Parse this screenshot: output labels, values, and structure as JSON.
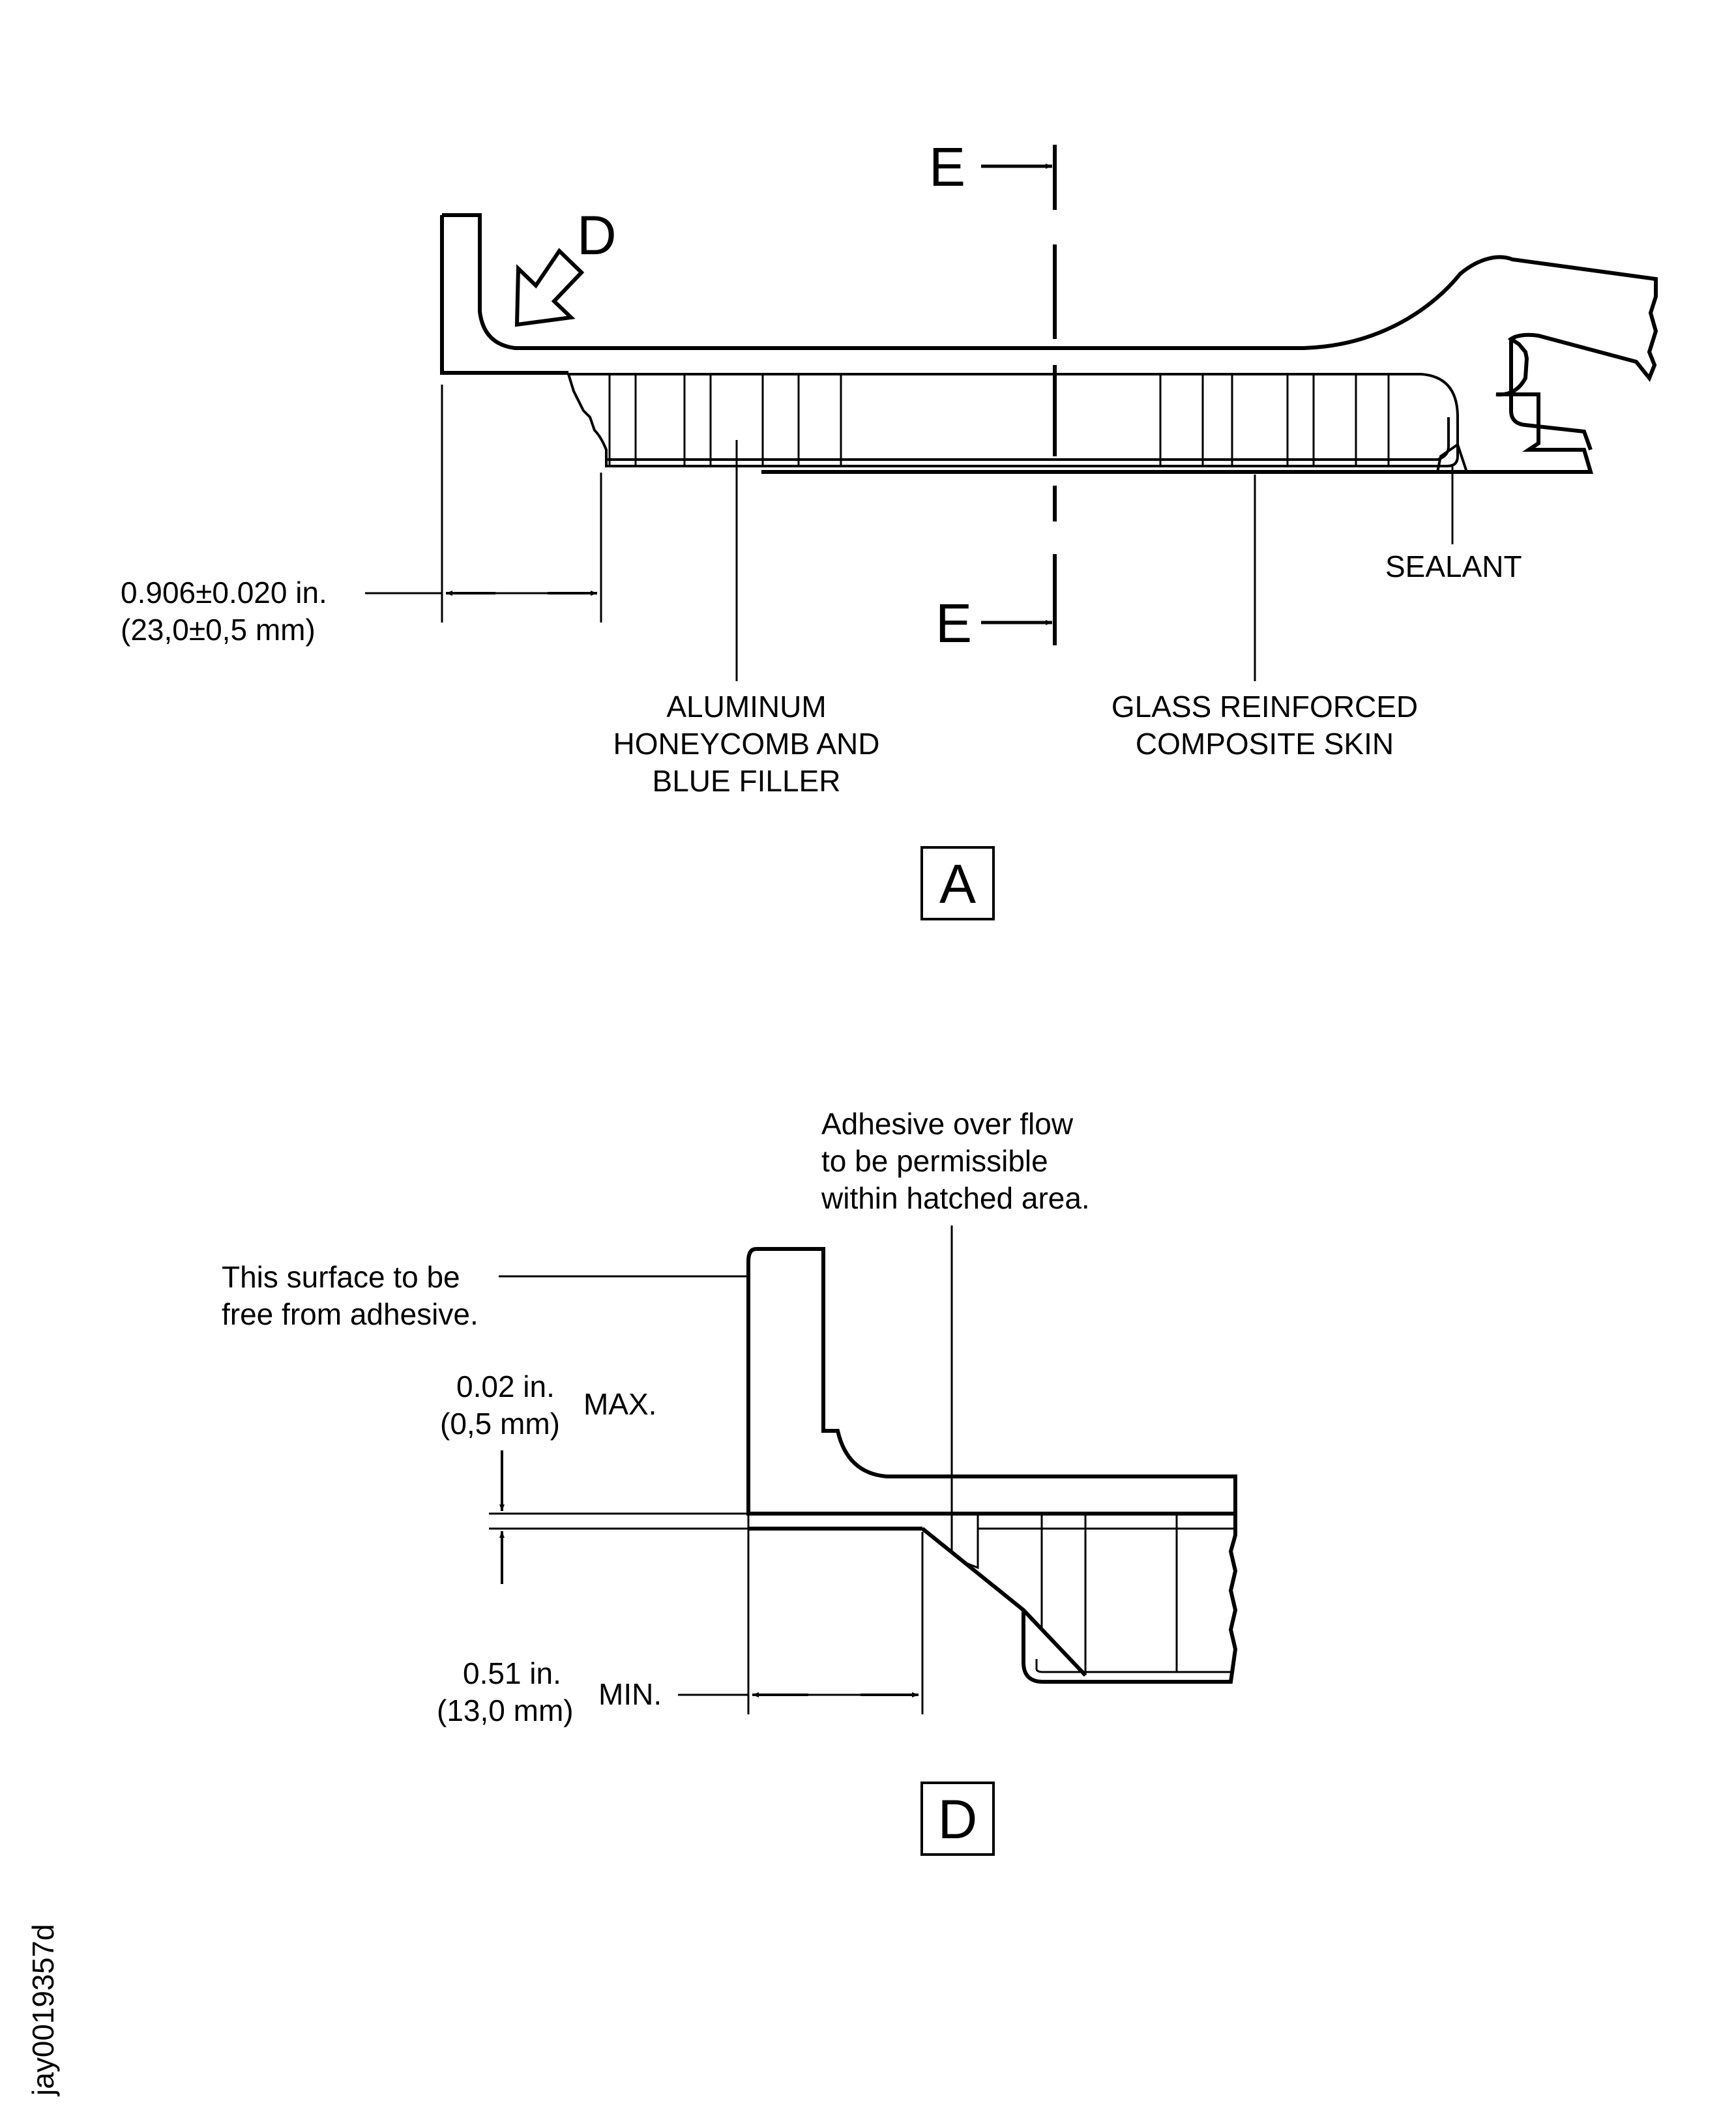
{
  "view_a": {
    "section_marker": "E",
    "view_arrow": "D",
    "dimension": {
      "line1": "0.906±0.020 in.",
      "line2": "(23,0±0,5 mm)"
    },
    "callouts": {
      "sealant": "SEALANT",
      "honeycomb": [
        "ALUMINUM",
        "HONEYCOMB AND",
        "BLUE FILLER"
      ],
      "skin": [
        "GLASS REINFORCED",
        "COMPOSITE SKIN"
      ]
    },
    "view_label": "A"
  },
  "view_d": {
    "surface_note": [
      "This surface to be",
      "free from adhesive."
    ],
    "adhesive_note": [
      "Adhesive over flow",
      "to be permissible",
      "within hatched area."
    ],
    "max_dim": {
      "line1": "0.02 in.",
      "line2": "(0,5 mm)",
      "qualifier": "MAX."
    },
    "min_dim": {
      "line1": "0.51 in.",
      "line2": "(13,0 mm)",
      "qualifier": "MIN."
    },
    "view_label": "D"
  },
  "figure_id": "jay0019357d"
}
